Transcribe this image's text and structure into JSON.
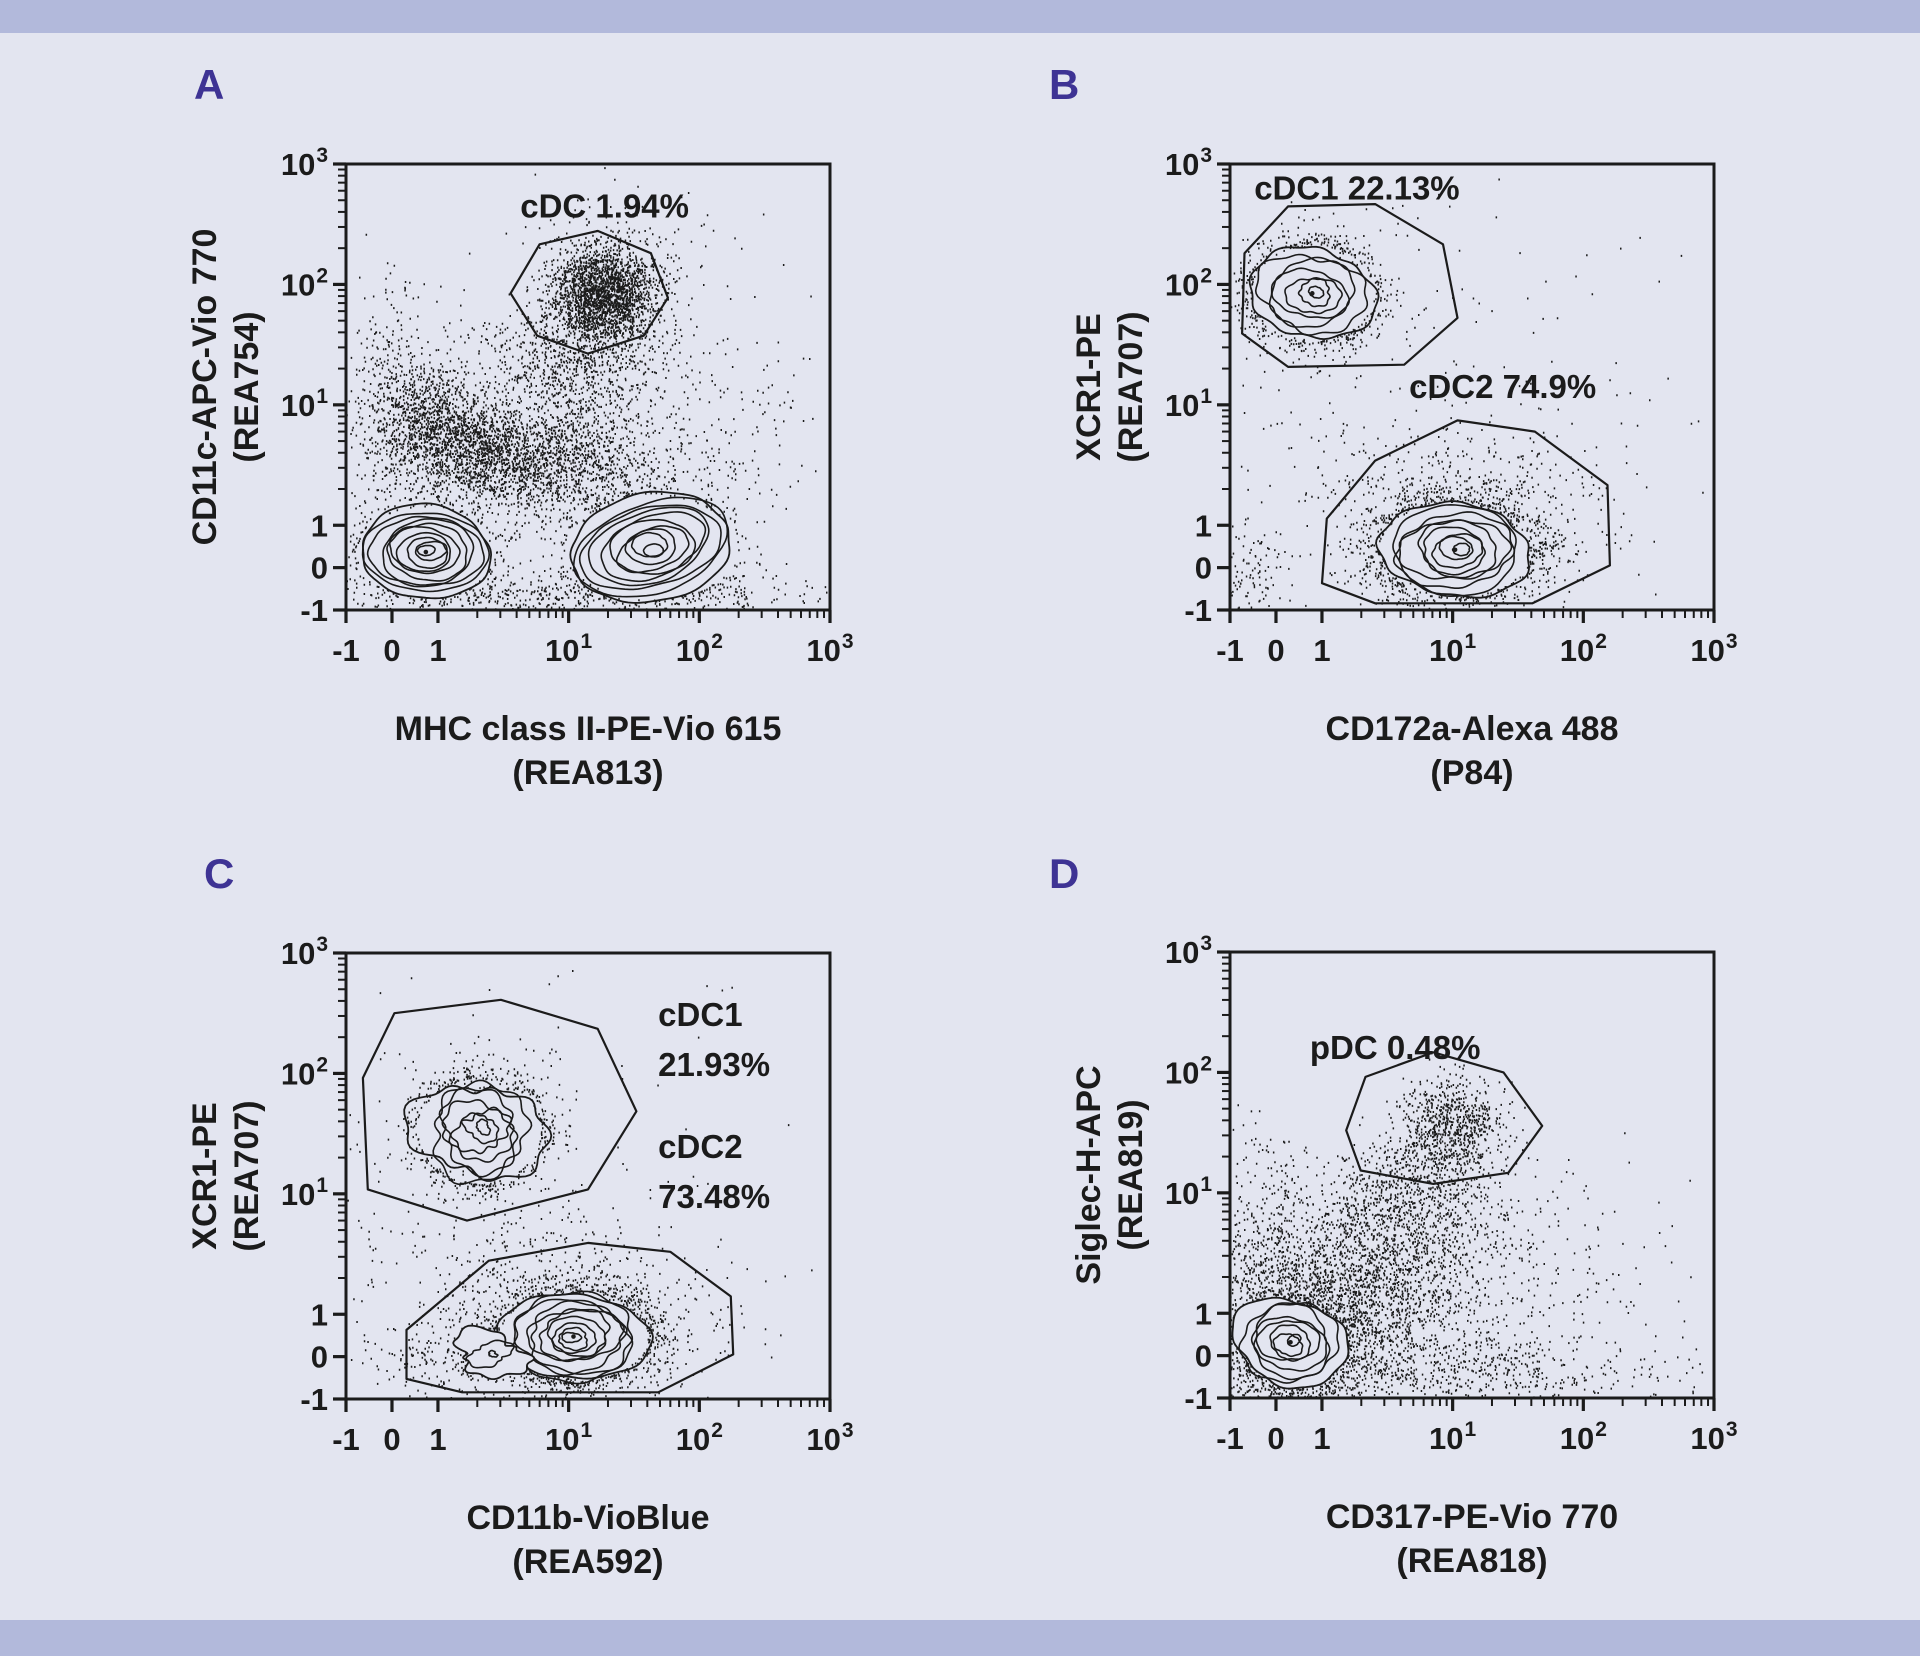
{
  "palette": {
    "background": "#e3e5f0",
    "bar": "#b2b9db",
    "ink": "#1b1b1b",
    "panel_letter": "#3e3394"
  },
  "chart_data": [
    {
      "letter": "A",
      "type": "contour-scatter",
      "x_axis": {
        "label_lines": [
          "MHC class II-PE-Vio 615",
          "(REA813)"
        ],
        "scale": "biexponential",
        "range": [
          -1,
          1000
        ],
        "tick_labels": [
          "-1",
          "0",
          "1",
          "10^1",
          "10^2",
          "10^3"
        ],
        "tick_fracs": [
          0,
          0.095,
          0.19,
          0.46,
          0.73,
          1
        ]
      },
      "y_axis": {
        "label_lines": [
          "CD11c-APC-Vio 770",
          "(REA754)"
        ],
        "scale": "biexponential",
        "range": [
          -1,
          1000
        ],
        "tick_labels": [
          "-1",
          "0",
          "1",
          "10^1",
          "10^2",
          "10^3"
        ],
        "tick_fracs": [
          0,
          0.095,
          0.19,
          0.46,
          0.73,
          1
        ]
      },
      "gates": [
        {
          "name": "cDC",
          "percent": "1.94%",
          "label_lines": [
            "cDC 1.94%"
          ],
          "label_fx": 0.36,
          "label_fy": 0.88,
          "polygon_f": [
            [
              0.34,
              0.71
            ],
            [
              0.4,
              0.82
            ],
            [
              0.52,
              0.85
            ],
            [
              0.63,
              0.8
            ],
            [
              0.665,
              0.7
            ],
            [
              0.615,
              0.615
            ],
            [
              0.5,
              0.575
            ],
            [
              0.395,
              0.615
            ]
          ]
        }
      ],
      "populations": [
        {
          "name": "MHC II low",
          "cx": 0.165,
          "cy": 0.13,
          "rx": 0.14,
          "ry": 0.1,
          "rings": 9,
          "wobble": 0.06,
          "jag": 0.02,
          "seed": 31,
          "center_dot": true,
          "halo": 150
        },
        {
          "name": "MHC II high",
          "cx": 0.63,
          "cy": 0.14,
          "rx": 0.175,
          "ry": 0.115,
          "rings": 9,
          "wobble": 0.07,
          "jag": 0.02,
          "seed": 32,
          "rot": -12,
          "halo": 200
        }
      ],
      "clouds": [
        {
          "cx": 0.18,
          "cy": 0.42,
          "sx": 0.05,
          "sy": 0.065,
          "n": 900,
          "seed": 21
        },
        {
          "cx": 0.38,
          "cy": 0.33,
          "sx": 0.13,
          "sy": 0.06,
          "n": 1500,
          "seed": 22
        },
        {
          "cx": 0.53,
          "cy": 0.705,
          "sx": 0.055,
          "sy": 0.055,
          "n": 2300,
          "seed": 23
        },
        {
          "cx": 0.45,
          "cy": 0.4,
          "sx": 0.23,
          "sy": 0.13,
          "n": 1000,
          "seed": 24
        },
        {
          "cx": 0.45,
          "cy": 0.03,
          "sx": 0.27,
          "sy": 0.028,
          "n": 650,
          "seed": 25
        },
        {
          "cx": 0.09,
          "cy": 0.45,
          "sx": 0.04,
          "sy": 0.13,
          "n": 350,
          "seed": 26
        },
        {
          "cx": 0.47,
          "cy": 0.55,
          "sx": 0.09,
          "sy": 0.06,
          "n": 600,
          "seed": 27
        },
        {
          "cx": 0.3,
          "cy": 0.36,
          "sx": 0.05,
          "sy": 0.05,
          "n": 500,
          "seed": 28
        },
        {
          "cx": 0.55,
          "cy": 0.82,
          "sx": 0.12,
          "sy": 0.07,
          "n": 120,
          "seed": 29
        }
      ]
    },
    {
      "letter": "B",
      "type": "contour-scatter",
      "x_axis": {
        "label_lines": [
          "CD172a-Alexa 488",
          "(P84)"
        ],
        "scale": "biexponential",
        "range": [
          -1,
          1000
        ],
        "tick_labels": [
          "-1",
          "0",
          "1",
          "10^1",
          "10^2",
          "10^3"
        ],
        "tick_fracs": [
          0,
          0.095,
          0.19,
          0.46,
          0.73,
          1
        ]
      },
      "y_axis": {
        "label_lines": [
          "XCR1-PE",
          "(REA707)"
        ],
        "scale": "biexponential",
        "range": [
          -1,
          1000
        ],
        "tick_labels": [
          "-1",
          "0",
          "1",
          "10^1",
          "10^2",
          "10^3"
        ],
        "tick_fracs": [
          0,
          0.095,
          0.19,
          0.46,
          0.73,
          1
        ]
      },
      "gates": [
        {
          "name": "cDC1",
          "percent": "22.13%",
          "label_lines": [
            "cDC1 22.13%"
          ],
          "label_fx": 0.05,
          "label_fy": 0.92,
          "polygon_f": [
            [
              0.025,
              0.62
            ],
            [
              0.03,
              0.8
            ],
            [
              0.12,
              0.905
            ],
            [
              0.3,
              0.91
            ],
            [
              0.44,
              0.82
            ],
            [
              0.47,
              0.655
            ],
            [
              0.36,
              0.55
            ],
            [
              0.12,
              0.545
            ]
          ]
        },
        {
          "name": "cDC2",
          "percent": "74.9%",
          "label_lines": [
            "cDC2 74.9%"
          ],
          "label_fx": 0.37,
          "label_fy": 0.475,
          "polygon_f": [
            [
              0.19,
              0.06
            ],
            [
              0.2,
              0.205
            ],
            [
              0.3,
              0.335
            ],
            [
              0.47,
              0.425
            ],
            [
              0.63,
              0.4
            ],
            [
              0.78,
              0.28
            ],
            [
              0.785,
              0.1
            ],
            [
              0.625,
              0.015
            ],
            [
              0.3,
              0.015
            ]
          ]
        }
      ],
      "populations": [
        {
          "name": "cDC1 XCR1+",
          "cx": 0.17,
          "cy": 0.71,
          "rx": 0.125,
          "ry": 0.105,
          "rings": 6,
          "wobble": 0.13,
          "jag": 0.06,
          "seed": 51,
          "center_dot": true,
          "halo": 300
        },
        {
          "name": "cDC2 CD172a+",
          "cx": 0.465,
          "cy": 0.135,
          "rx": 0.155,
          "ry": 0.105,
          "rings": 8,
          "wobble": 0.09,
          "jag": 0.04,
          "seed": 52,
          "center_dot": true,
          "halo": 350
        }
      ],
      "clouds": [
        {
          "cx": 0.17,
          "cy": 0.71,
          "sx": 0.07,
          "sy": 0.08,
          "n": 450,
          "seed": 41
        },
        {
          "cx": 0.47,
          "cy": 0.14,
          "sx": 0.11,
          "sy": 0.07,
          "n": 1100,
          "seed": 42
        },
        {
          "cx": 0.47,
          "cy": 0.25,
          "sx": 0.15,
          "sy": 0.09,
          "n": 400,
          "seed": 43
        },
        {
          "cx": 0.33,
          "cy": 0.45,
          "sx": 0.28,
          "sy": 0.26,
          "n": 200,
          "seed": 44
        },
        {
          "cx": 0.05,
          "cy": 0.08,
          "sx": 0.035,
          "sy": 0.05,
          "n": 100,
          "seed": 45
        }
      ]
    },
    {
      "letter": "C",
      "type": "contour-scatter",
      "x_axis": {
        "label_lines": [
          "CD11b-VioBlue",
          "(REA592)"
        ],
        "scale": "biexponential",
        "range": [
          -1,
          1000
        ],
        "tick_labels": [
          "-1",
          "0",
          "1",
          "10^1",
          "10^2",
          "10^3"
        ],
        "tick_fracs": [
          0,
          0.095,
          0.19,
          0.46,
          0.73,
          1
        ]
      },
      "y_axis": {
        "label_lines": [
          "XCR1-PE",
          "(REA707)"
        ],
        "scale": "biexponential",
        "range": [
          -1,
          1000
        ],
        "tick_labels": [
          "-1",
          "0",
          "1",
          "10^1",
          "10^2",
          "10^3"
        ],
        "tick_fracs": [
          0,
          0.095,
          0.19,
          0.46,
          0.73,
          1
        ]
      },
      "gates": [
        {
          "name": "cDC1",
          "percent": "21.93%",
          "label_lines": [
            "cDC1",
            "21.93%"
          ],
          "label_fx": 0.645,
          "label_fy": 0.836,
          "polygon_f": [
            [
              0.045,
              0.47
            ],
            [
              0.035,
              0.72
            ],
            [
              0.1,
              0.865
            ],
            [
              0.32,
              0.895
            ],
            [
              0.52,
              0.83
            ],
            [
              0.6,
              0.645
            ],
            [
              0.5,
              0.47
            ],
            [
              0.25,
              0.4
            ]
          ]
        },
        {
          "name": "cDC2",
          "percent": "73.48%",
          "label_lines": [
            "cDC2",
            "73.48%"
          ],
          "label_fx": 0.645,
          "label_fy": 0.54,
          "polygon_f": [
            [
              0.125,
              0.045
            ],
            [
              0.125,
              0.155
            ],
            [
              0.295,
              0.31
            ],
            [
              0.5,
              0.35
            ],
            [
              0.67,
              0.33
            ],
            [
              0.795,
              0.23
            ],
            [
              0.8,
              0.1
            ],
            [
              0.645,
              0.015
            ],
            [
              0.24,
              0.015
            ]
          ]
        }
      ],
      "populations": [
        {
          "name": "cDC1 XCR1+",
          "cx": 0.275,
          "cy": 0.6,
          "rx": 0.125,
          "ry": 0.115,
          "rings": 6,
          "wobble": 0.17,
          "jag": 0.1,
          "seed": 71,
          "halo": 300
        },
        {
          "name": "cDC2 CD11b+",
          "cx": 0.47,
          "cy": 0.14,
          "rx": 0.15,
          "ry": 0.1,
          "rings": 9,
          "wobble": 0.1,
          "jag": 0.05,
          "seed": 72,
          "center_dot": true,
          "halo": 350
        },
        {
          "name": "cDC2 tail",
          "cx": 0.3,
          "cy": 0.1,
          "rx": 0.08,
          "ry": 0.045,
          "rings": 2,
          "wobble": 0.25,
          "jag": 0.1,
          "seed": 73
        }
      ],
      "clouds": [
        {
          "cx": 0.28,
          "cy": 0.6,
          "sx": 0.08,
          "sy": 0.08,
          "n": 400,
          "seed": 61
        },
        {
          "cx": 0.47,
          "cy": 0.135,
          "sx": 0.12,
          "sy": 0.07,
          "n": 1200,
          "seed": 62
        },
        {
          "cx": 0.42,
          "cy": 0.25,
          "sx": 0.17,
          "sy": 0.09,
          "n": 400,
          "seed": 63
        },
        {
          "cx": 0.3,
          "cy": 0.45,
          "sx": 0.27,
          "sy": 0.27,
          "n": 180,
          "seed": 64
        },
        {
          "cx": 0.25,
          "cy": 0.08,
          "sx": 0.12,
          "sy": 0.05,
          "n": 250,
          "seed": 65
        }
      ]
    },
    {
      "letter": "D",
      "type": "contour-scatter",
      "x_axis": {
        "label_lines": [
          "CD317-PE-Vio 770",
          "(REA818)"
        ],
        "scale": "biexponential",
        "range": [
          -1,
          1000
        ],
        "tick_labels": [
          "-1",
          "0",
          "1",
          "10^1",
          "10^2",
          "10^3"
        ],
        "tick_fracs": [
          0,
          0.095,
          0.19,
          0.46,
          0.73,
          1
        ]
      },
      "y_axis": {
        "label_lines": [
          "Siglec-H-APC",
          "(REA819)"
        ],
        "scale": "biexponential",
        "range": [
          -1,
          1000
        ],
        "tick_labels": [
          "-1",
          "0",
          "1",
          "10^1",
          "10^2",
          "10^3"
        ],
        "tick_fracs": [
          0,
          0.095,
          0.19,
          0.46,
          0.73,
          1
        ]
      },
      "gates": [
        {
          "name": "pDC",
          "percent": "0.48%",
          "label_lines": [
            "pDC 0.48%"
          ],
          "label_fx": 0.165,
          "label_fy": 0.76,
          "polygon_f": [
            [
              0.24,
              0.6
            ],
            [
              0.28,
              0.72
            ],
            [
              0.42,
              0.775
            ],
            [
              0.565,
              0.73
            ],
            [
              0.645,
              0.61
            ],
            [
              0.575,
              0.505
            ],
            [
              0.42,
              0.48
            ],
            [
              0.27,
              0.51
            ]
          ]
        }
      ],
      "populations": [
        {
          "name": "Siglec-H/CD317 double-negative",
          "cx": 0.125,
          "cy": 0.125,
          "rx": 0.115,
          "ry": 0.1,
          "rings": 7,
          "wobble": 0.1,
          "jag": 0.04,
          "seed": 91,
          "center_dot": true
        }
      ],
      "clouds": [
        {
          "cx": 0.13,
          "cy": 0.13,
          "sx": 0.085,
          "sy": 0.085,
          "n": 2100,
          "seed": 81
        },
        {
          "cx": 0.26,
          "cy": 0.27,
          "sx": 0.12,
          "sy": 0.11,
          "n": 1700,
          "seed": 82
        },
        {
          "cx": 0.38,
          "cy": 0.42,
          "sx": 0.09,
          "sy": 0.08,
          "n": 550,
          "seed": 83
        },
        {
          "cx": 0.3,
          "cy": 0.1,
          "sx": 0.19,
          "sy": 0.07,
          "n": 700,
          "seed": 84
        },
        {
          "cx": 0.455,
          "cy": 0.615,
          "sx": 0.055,
          "sy": 0.05,
          "n": 650,
          "seed": 85
        },
        {
          "cx": 0.42,
          "cy": 0.52,
          "sx": 0.06,
          "sy": 0.05,
          "n": 250,
          "seed": 86
        },
        {
          "cx": 0.58,
          "cy": 0.3,
          "sx": 0.16,
          "sy": 0.13,
          "n": 300,
          "seed": 87
        },
        {
          "cx": 0.07,
          "cy": 0.38,
          "sx": 0.05,
          "sy": 0.12,
          "n": 250,
          "seed": 88
        },
        {
          "cx": 0.55,
          "cy": 0.05,
          "sx": 0.22,
          "sy": 0.035,
          "n": 300,
          "seed": 89
        }
      ]
    }
  ]
}
